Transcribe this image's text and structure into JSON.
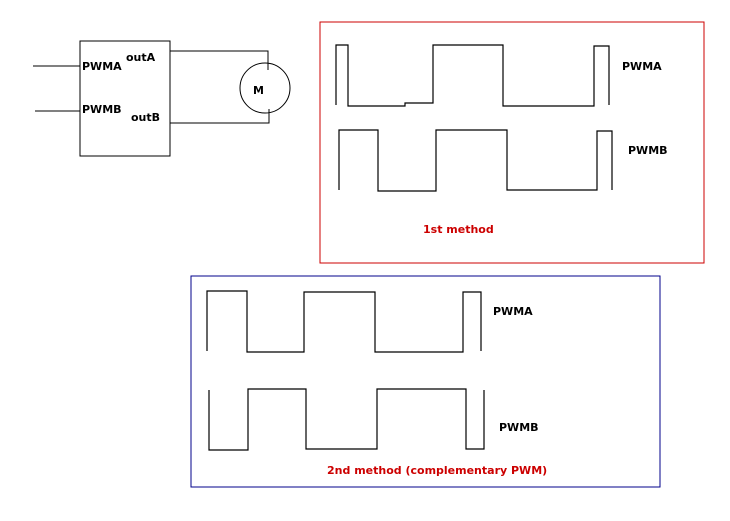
{
  "driver": {
    "input_a": "PWMA",
    "input_b": "PWMB",
    "output_a": "outA",
    "output_b": "outB",
    "motor": "M"
  },
  "method1": {
    "pwma_label": "PWMA",
    "pwmb_label": "PWMB",
    "caption": "1st method",
    "frame_color": "#cc0000"
  },
  "method2": {
    "pwma_label": "PWMA",
    "pwmb_label": "PWMB",
    "caption": "2nd method (complementary PWM)",
    "frame_color": "#00008b"
  }
}
